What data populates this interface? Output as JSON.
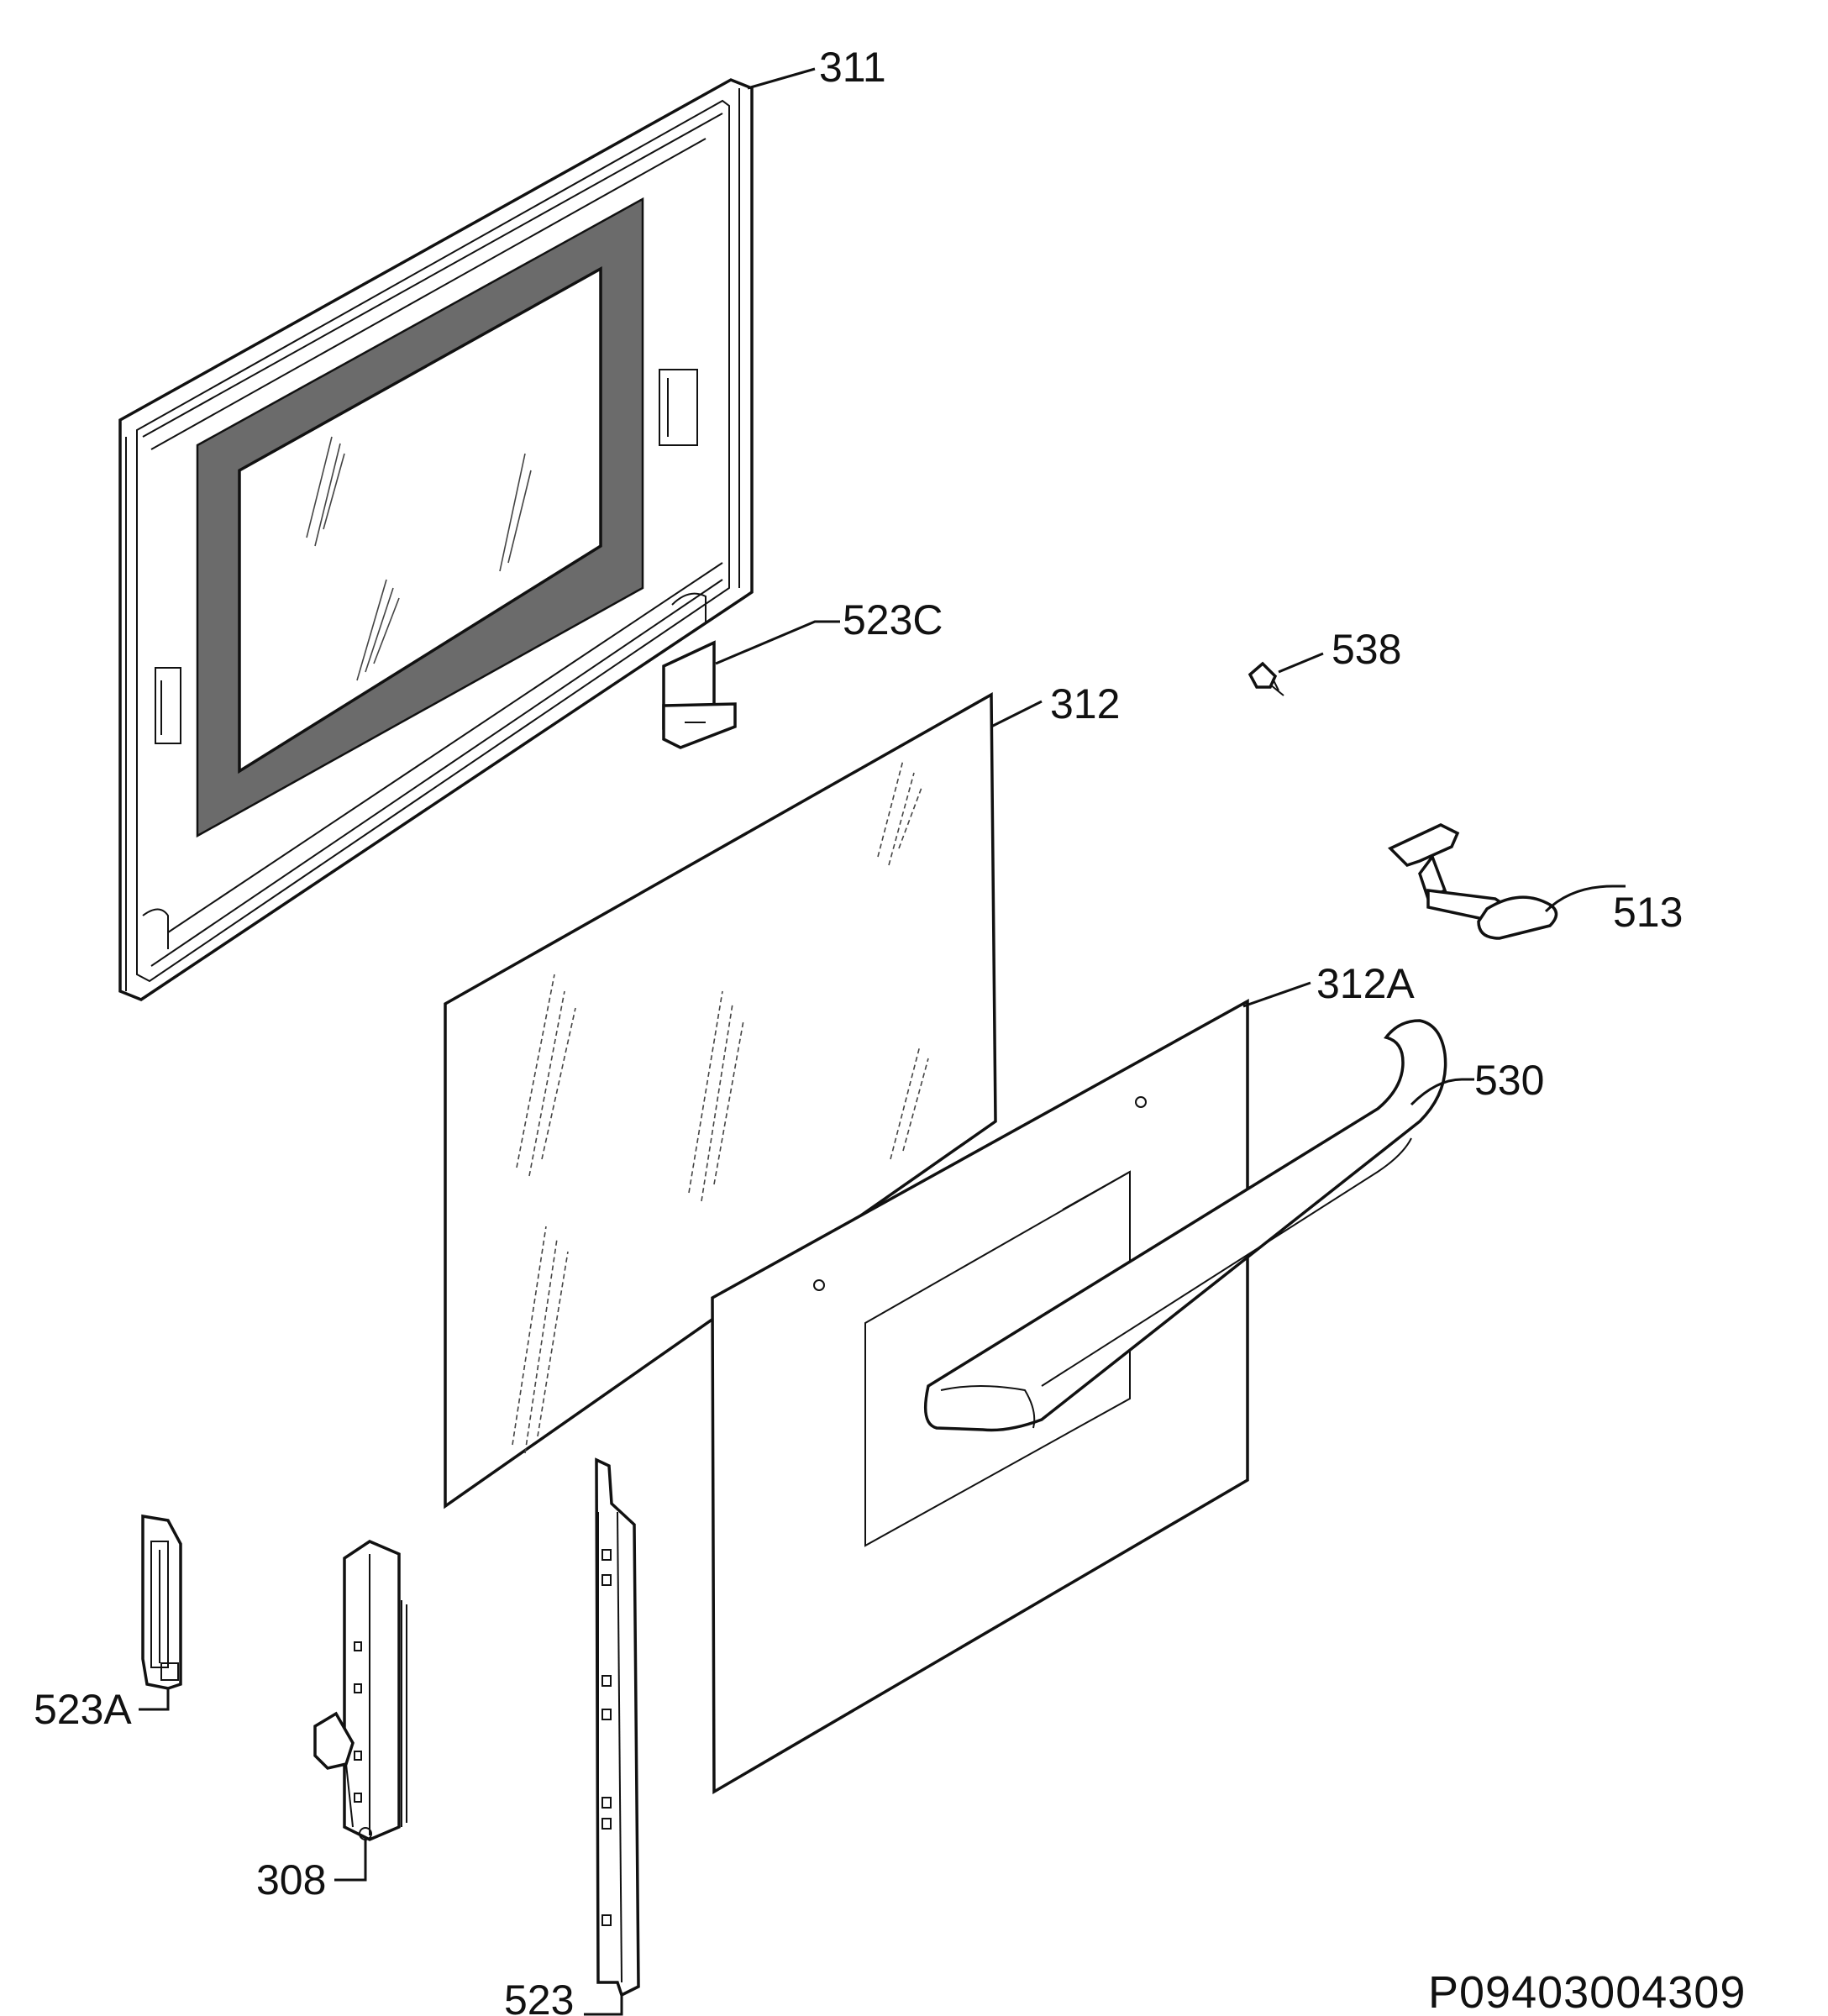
{
  "diagram": {
    "document_number": "P09403004309",
    "parts": [
      {
        "id": "311",
        "label": "311"
      },
      {
        "id": "523c",
        "label": "523C"
      },
      {
        "id": "538",
        "label": "538"
      },
      {
        "id": "312",
        "label": "312"
      },
      {
        "id": "513",
        "label": "513"
      },
      {
        "id": "312a",
        "label": "312A"
      },
      {
        "id": "530",
        "label": "530"
      },
      {
        "id": "523a",
        "label": "523A"
      },
      {
        "id": "308",
        "label": "308"
      },
      {
        "id": "523",
        "label": "523"
      }
    ]
  }
}
